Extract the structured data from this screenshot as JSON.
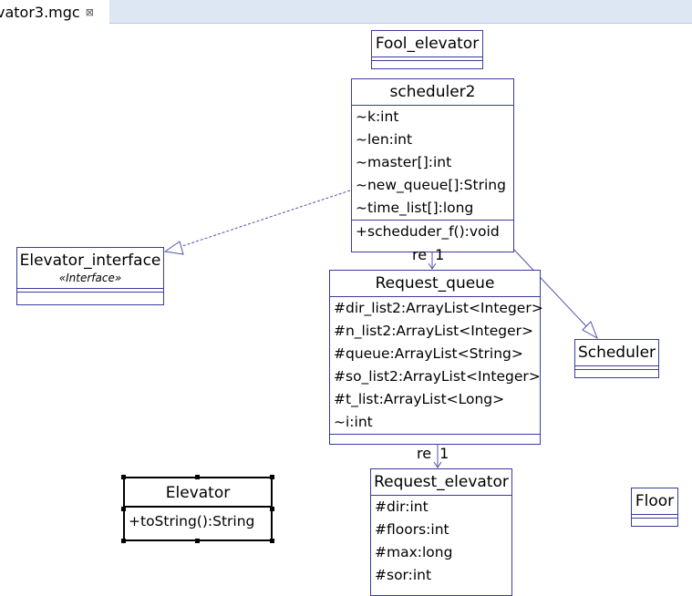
{
  "tab": {
    "title": "vator3.mgc",
    "close_glyph": "⊠"
  },
  "colors": {
    "border": "#3a3aa0",
    "line": "#5050b0",
    "tab_strip": "#dde6f3"
  },
  "classes": {
    "fool_elevator": {
      "name": "Fool_elevator"
    },
    "scheduler2": {
      "name": "scheduler2",
      "attributes": [
        "~k:int",
        "~len:int",
        "~master[]:int",
        "~new_queue[]:String",
        "~time_list[]:long"
      ],
      "methods": [
        "+scheduder_f():void"
      ]
    },
    "elevator_interface": {
      "name": "Elevator_interface",
      "stereotype": "«Interface»"
    },
    "request_queue": {
      "name": "Request_queue",
      "attributes": [
        "#dir_list2:ArrayList<Integer>",
        "#n_list2:ArrayList<Integer>",
        "#queue:ArrayList<String>",
        "#so_list2:ArrayList<Integer>",
        "#t_list:ArrayList<Long>",
        "~i:int"
      ]
    },
    "scheduler": {
      "name": "Scheduler"
    },
    "elevator": {
      "name": "Elevator",
      "methods": [
        "+toString():String"
      ]
    },
    "request_elevator": {
      "name": "Request_elevator",
      "attributes": [
        "#dir:int",
        "#floors:int",
        "#max:long",
        "#sor:int"
      ]
    },
    "floor": {
      "name": "Floor"
    }
  },
  "associations": {
    "sched_to_queue": {
      "role": "re",
      "multiplicity": "1"
    },
    "queue_to_request": {
      "role": "re",
      "multiplicity": "1"
    }
  }
}
